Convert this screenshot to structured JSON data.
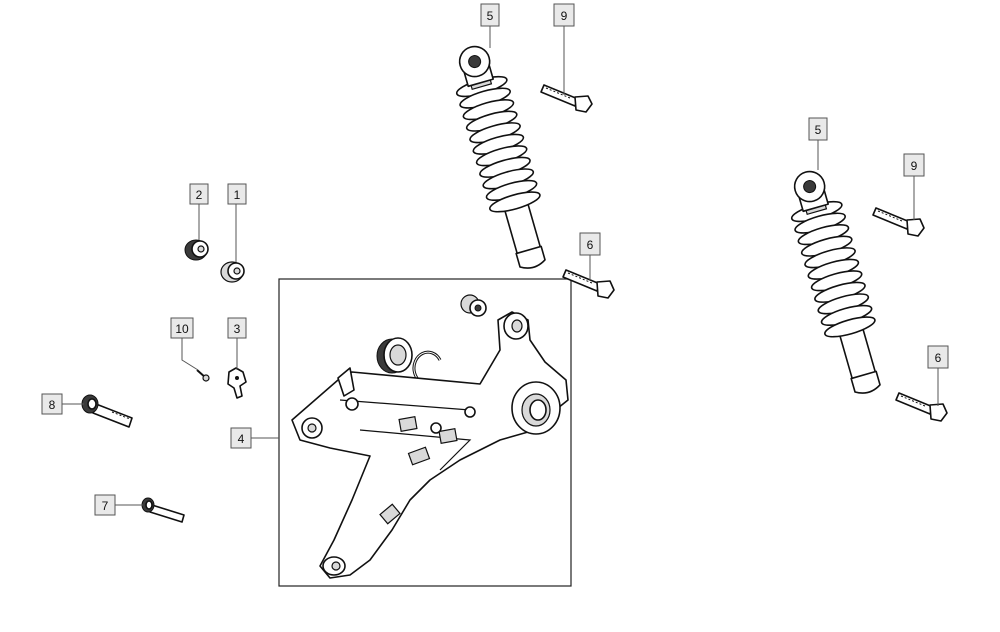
{
  "diagram": {
    "callouts": [
      {
        "id": "c1",
        "label": "1"
      },
      {
        "id": "c2",
        "label": "2"
      },
      {
        "id": "c3",
        "label": "3"
      },
      {
        "id": "c4",
        "label": "4"
      },
      {
        "id": "c5a",
        "label": "5"
      },
      {
        "id": "c5b",
        "label": "5"
      },
      {
        "id": "c6a",
        "label": "6"
      },
      {
        "id": "c6b",
        "label": "6"
      },
      {
        "id": "c7",
        "label": "7"
      },
      {
        "id": "c8",
        "label": "8"
      },
      {
        "id": "c9a",
        "label": "9"
      },
      {
        "id": "c9b",
        "label": "9"
      },
      {
        "id": "c10",
        "label": "10"
      }
    ]
  }
}
